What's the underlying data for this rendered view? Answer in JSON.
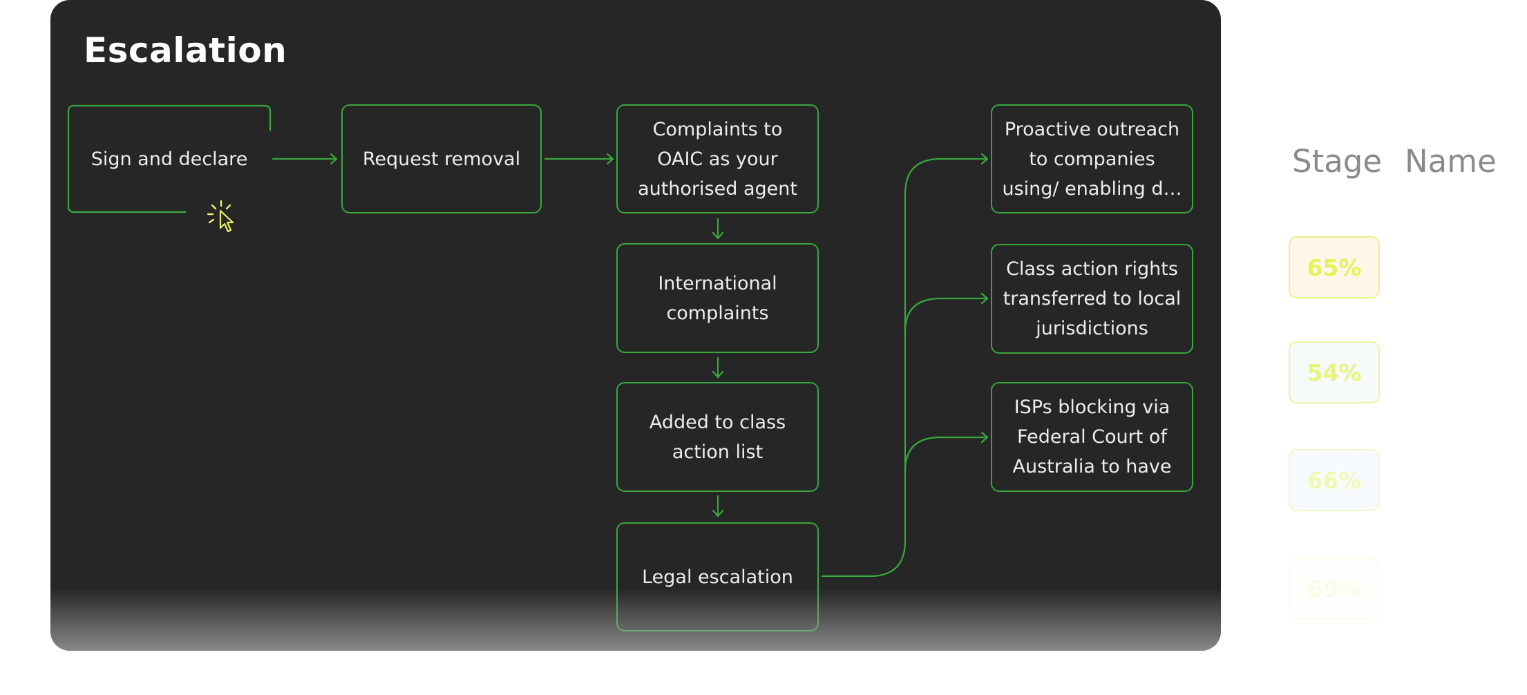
{
  "panel": {
    "title": "Escalation",
    "nodes": {
      "sign": "Sign and declare",
      "request": "Request removal",
      "complaints": "Complaints to OAIC as your authorised agent",
      "international": "International complaints",
      "added": "Added to class action list",
      "legal": "Legal escalation",
      "proactive": "Proactive outreach to companies using/ enabling d…",
      "classaction": "Class action rights transferred to local jurisdictions",
      "isps": "ISPs blocking via Federal Court of Australia to have"
    },
    "colors": {
      "background": "#262626",
      "accent": "#37a83d",
      "text": "#ededed"
    }
  },
  "cursor_icon": "click-cursor-icon",
  "side": {
    "headers": {
      "stage": "Stage",
      "name": "Name"
    },
    "stages": [
      {
        "value": "65%",
        "opacity": 1.0,
        "fill": "#fdf7ea"
      },
      {
        "value": "54%",
        "opacity": 0.8,
        "fill": "#f4faf7"
      },
      {
        "value": "66%",
        "opacity": 0.45,
        "fill": "#eff6fd"
      },
      {
        "value": "69%",
        "opacity": 0.15,
        "fill": "#fbfbf2"
      }
    ]
  }
}
